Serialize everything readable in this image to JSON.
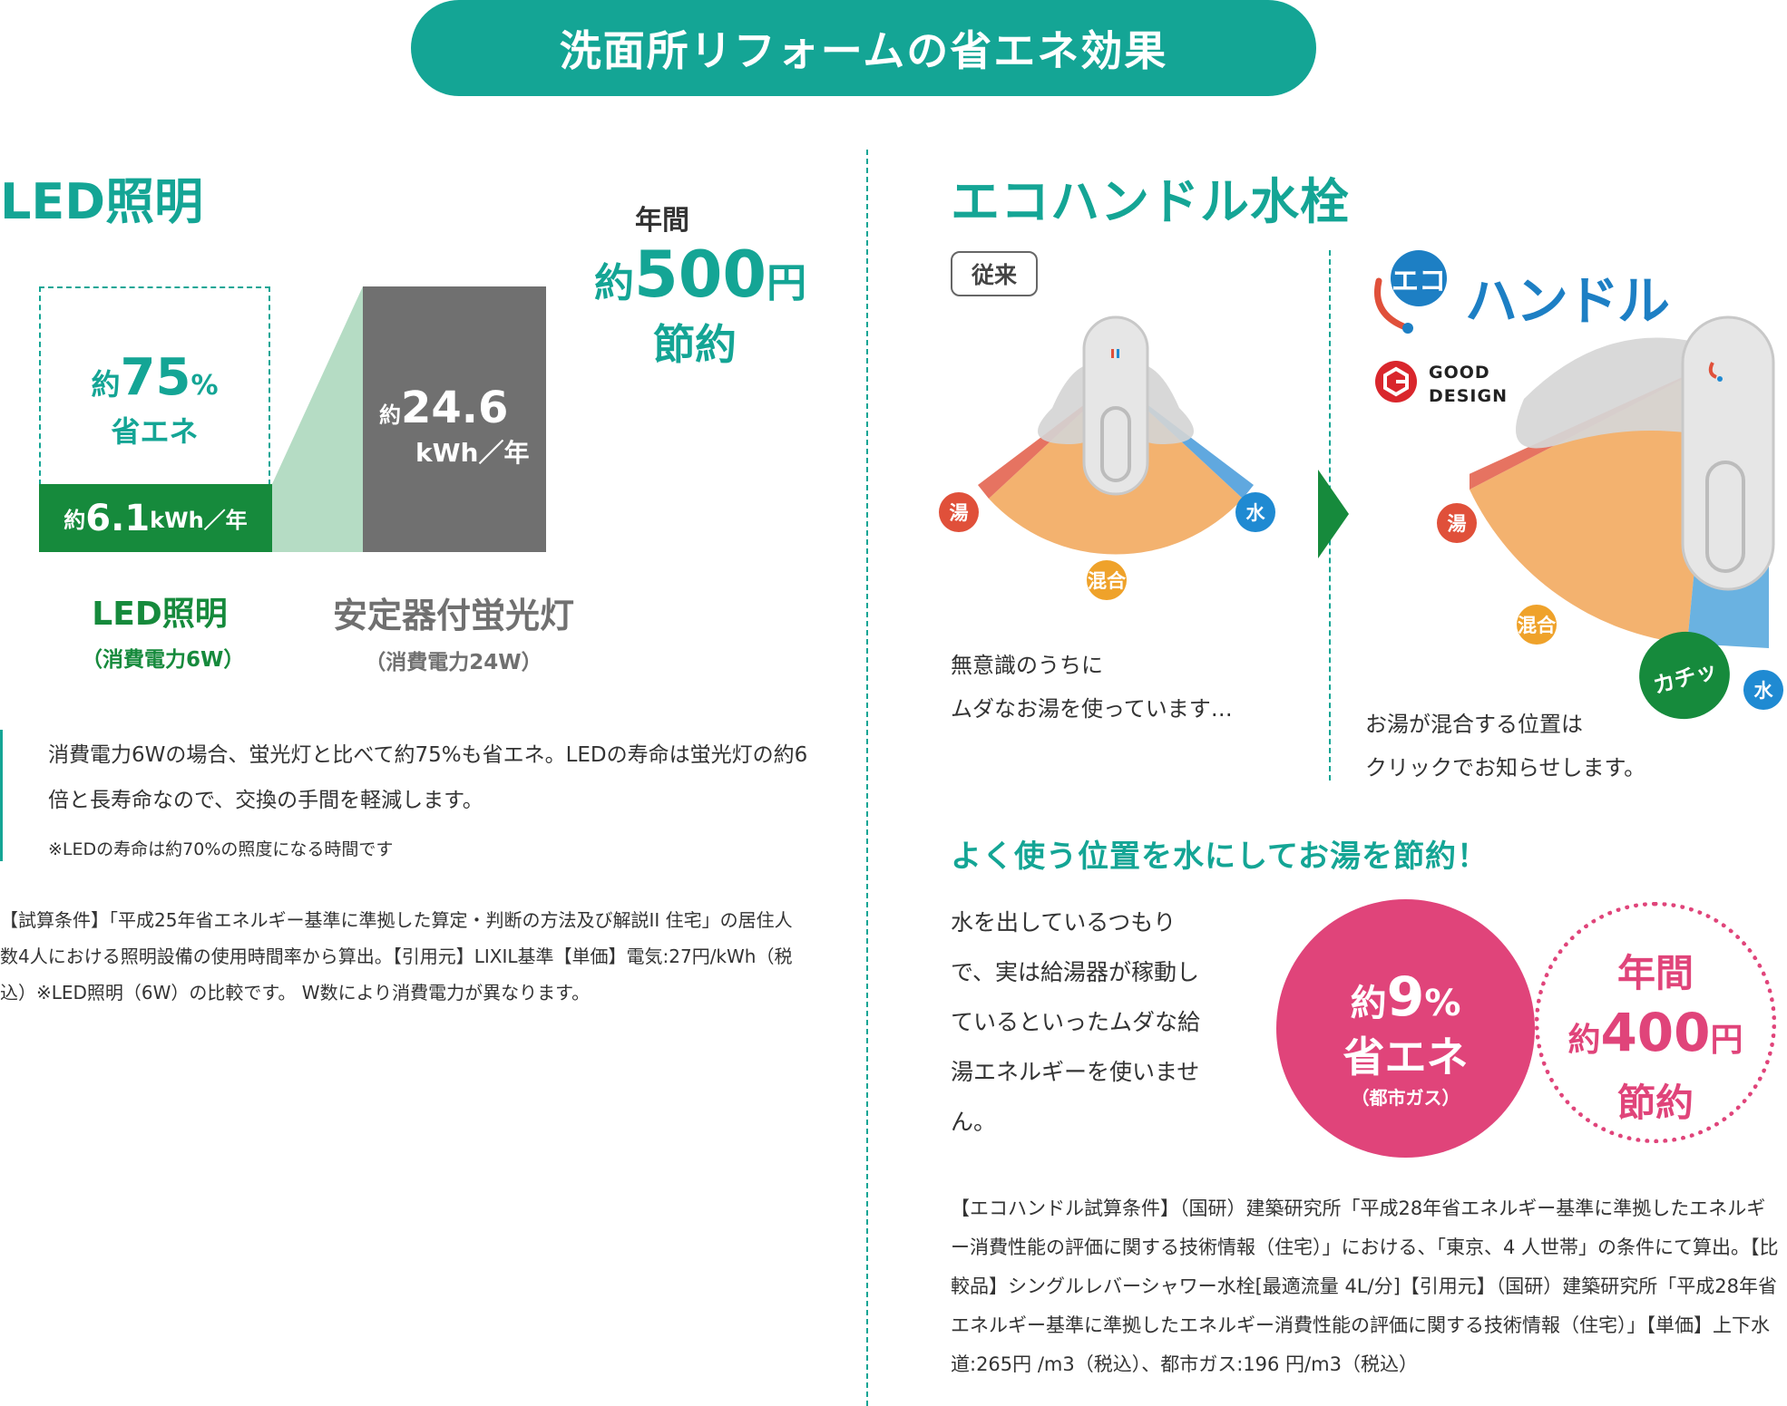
{
  "header": {
    "title": "洗面所リフォームの省エネ効果"
  },
  "led": {
    "heading": "LED照明",
    "annual_label": "年間",
    "saving_prefix": "約",
    "saving_amount": "500",
    "saving_unit": "円",
    "saving_suffix": "節約",
    "box_prefix": "約",
    "box_percent": "75",
    "box_percent_sign": "%",
    "box_label": "省エネ",
    "led_value_prefix": "約",
    "led_value": "6.1",
    "led_value_unit": "kWh／年",
    "fluor_value_prefix": "約",
    "fluor_value": "24.6",
    "fluor_value_unit": "kWh／年",
    "led_caption": "LED照明",
    "led_sub": "（消費電力6W）",
    "fluor_caption": "安定器付蛍光灯",
    "fluor_sub": "（消費電力24W）",
    "description": "消費電力6Wの場合、蛍光灯と比べて約75%も省エネ。LEDの寿命は蛍光灯の約6倍と長寿命なので、交換の手間を軽減します。",
    "note": "※LEDの寿命は約70%の照度になる時間です",
    "calc": "【試算条件】「平成25年省エネルギー基準に準拠した算定・判断の方法及び解説II 住宅」の居住人数4人における照明設備の使用時間率から算出。【引用元】LIXIL基準【単価】電気:27円/kWh（税込）※LED照明（6W）の比較です。 W数により消費電力が異なります。",
    "chart_data": {
      "type": "bar",
      "categories": [
        "LED照明",
        "安定器付蛍光灯"
      ],
      "values": [
        6.1,
        24.6
      ],
      "ylabel": "kWh／年"
    }
  },
  "eco": {
    "heading": "エコハンドル水栓",
    "conventional_tag": "従来",
    "hot_label": "湯",
    "cold_label": "水",
    "mix_label": "混合",
    "conventional_caption_1": "無意識のうちに",
    "conventional_caption_2": "ムダなお湯を使っています…",
    "logo_badge": "エコ",
    "logo_text": "ハンドル",
    "good_design_1": "GOOD",
    "good_design_2": "DESIGN",
    "click_label": "カチッ",
    "eco_caption_1": "お湯が混合する位置は",
    "eco_caption_2": "クリックでお知らせします。",
    "tip_heading": "よく使う位置を水にしてお湯を節約！",
    "tip_body": "水を出しているつもりで、実は給湯器が稼動しているといったムダな給湯エネルギーを使いません。",
    "pink_prefix": "約",
    "pink_value": "9",
    "pink_unit": "%",
    "pink_label": "省エネ",
    "pink_sub": "（都市ガス）",
    "dotted_annual": "年間",
    "dotted_prefix": "約",
    "dotted_value": "400",
    "dotted_unit": "円",
    "dotted_suffix": "節約",
    "calc": "【エコハンドル試算条件】（国研）建築研究所「平成28年省エネルギー基準に準拠したエネルギー消費性能の評価に関する技術情報（住宅）」における、「東京、4 人世帯」の条件にて算出。【比較品】シングルレバーシャワー水栓[最適流量 4L/分]【引用元】（国研）建築研究所「平成28年省エネルギー基準に準拠したエネルギー消費性能の評価に関する技術情報（住宅）」【単価】上下水道:265円 /m3（税込）、都市ガス:196 円/m3（税込）"
  },
  "colors": {
    "teal": "#14a595",
    "green": "#168a3c",
    "gray": "#707070",
    "pink": "#e0447a",
    "hot": "#e0503a",
    "cold": "#1f8ad2",
    "mix": "#efa22a"
  }
}
